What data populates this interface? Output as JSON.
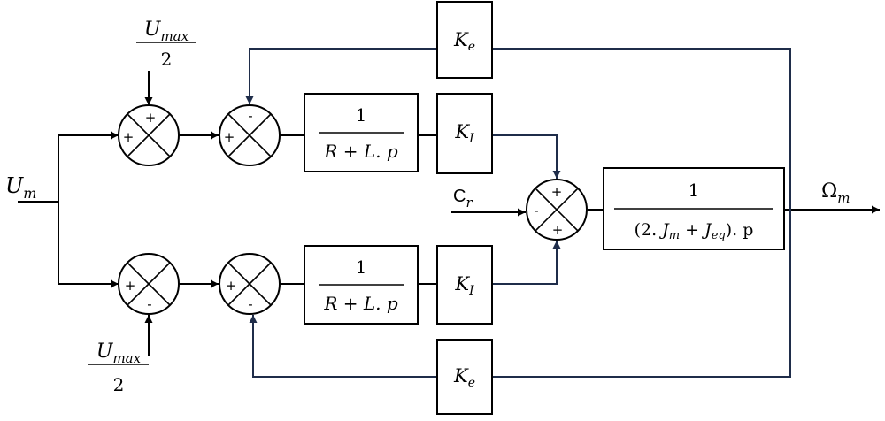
{
  "inputs": {
    "um": {
      "base": "U",
      "sub": "m"
    },
    "umax_top": {
      "base": "U",
      "sub": "max",
      "den": "2"
    },
    "umax_bottom": {
      "base": "U",
      "sub": "max",
      "den": "2"
    },
    "cr": {
      "base": "C",
      "sub": "r"
    }
  },
  "output": {
    "base": "Ω",
    "sub": "m"
  },
  "blocks": {
    "ke_top": {
      "base": "K",
      "sub": "e"
    },
    "ke_bottom": {
      "base": "K",
      "sub": "e"
    },
    "ki_top": {
      "base": "K",
      "sub": "I"
    },
    "ki_bottom": {
      "base": "K",
      "sub": "I"
    },
    "elec_top": {
      "num": "1",
      "den": "R + L. p"
    },
    "elec_bottom": {
      "num": "1",
      "den": "R + L. p"
    },
    "mech": {
      "num": "1",
      "den_pre": "(2. ",
      "den_j1": "J",
      "den_j1_sub": "m",
      "den_plus": " + ",
      "den_j2": "J",
      "den_j2_sub": "eq",
      "den_post": "). p"
    }
  },
  "signs": {
    "s1_top": "+",
    "s1_left": "+",
    "s2_top": "-",
    "s2_left": "+",
    "s3_top": "+",
    "s3_left": "-",
    "s3_bottom": "+",
    "s4_left": "+",
    "s4_bottom": "-",
    "s5_left": "+",
    "s5_bottom": "-"
  }
}
